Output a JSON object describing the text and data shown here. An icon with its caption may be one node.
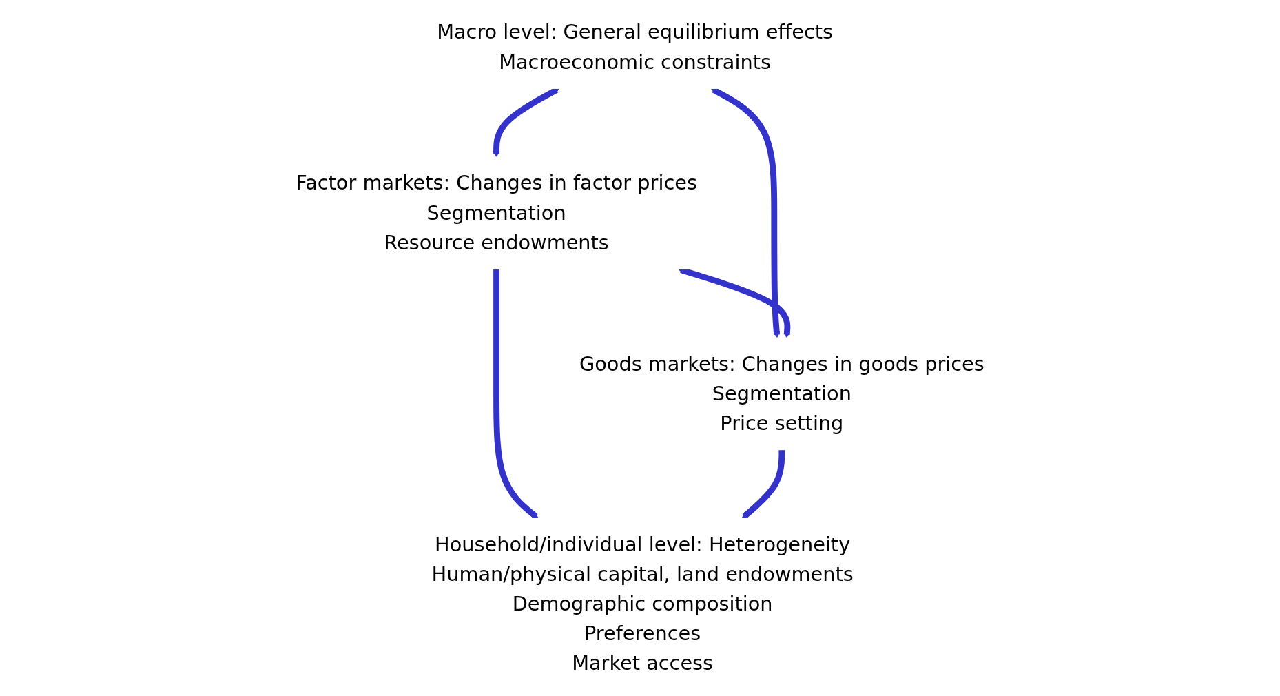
{
  "diagram": {
    "nodes": [
      {
        "text": [
          "Macro level: General equilibrium effects",
          "Macroeconomic constraints"
        ]
      },
      {
        "text": [
          "Factor markets: Changes in factor prices",
          "Segmentation",
          "Resource endowments"
        ]
      },
      {
        "text": [
          "Goods markets: Changes in goods prices",
          "Segmentation",
          "Price setting"
        ]
      },
      {
        "text": [
          "Household/individual level: Heterogeneity",
          "Human/physical capital, land endowments",
          "Demographic composition",
          "Preferences",
          "Market access"
        ]
      }
    ],
    "edges": [
      {
        "from": 0,
        "to": 1,
        "arrow": "both"
      },
      {
        "from": 0,
        "to": 2,
        "arrow": "both"
      },
      {
        "from": 1,
        "to": 2,
        "arrow": "both"
      },
      {
        "from": 1,
        "to": 3,
        "arrow": "to"
      },
      {
        "from": 2,
        "to": 3,
        "arrow": "to"
      }
    ]
  }
}
